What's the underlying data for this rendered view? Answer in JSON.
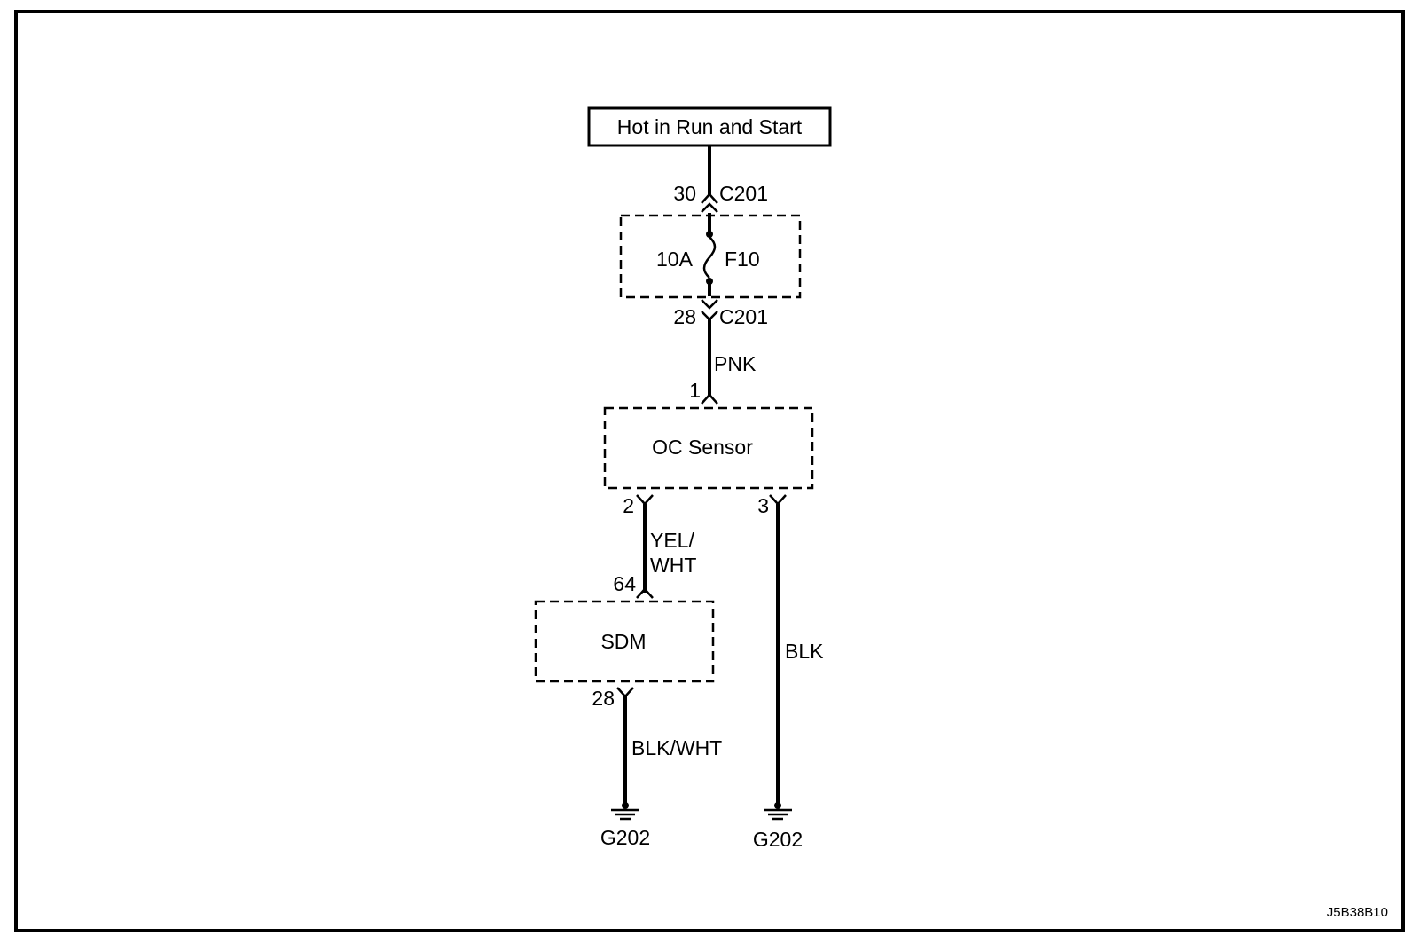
{
  "power_source": {
    "label": "Hot in Run and Start"
  },
  "fuse": {
    "rating": "10A",
    "name": "F10"
  },
  "connectors": {
    "c201_top": {
      "pin": "30",
      "name": "C201"
    },
    "c201_bottom": {
      "pin": "28",
      "name": "C201"
    }
  },
  "oc_sensor": {
    "label": "OC Sensor",
    "pin_in": "1",
    "pin_signal": "2",
    "pin_ground": "3"
  },
  "sdm": {
    "label": "SDM",
    "pin_in": "64",
    "pin_ground": "28"
  },
  "wires": {
    "supply": "PNK",
    "signal_line1": "YEL/",
    "signal_line2": "WHT",
    "sdm_ground": "BLK/WHT",
    "sensor_ground": "BLK"
  },
  "grounds": {
    "left": "G202",
    "right": "G202"
  },
  "figure_id": "J5B38B10"
}
